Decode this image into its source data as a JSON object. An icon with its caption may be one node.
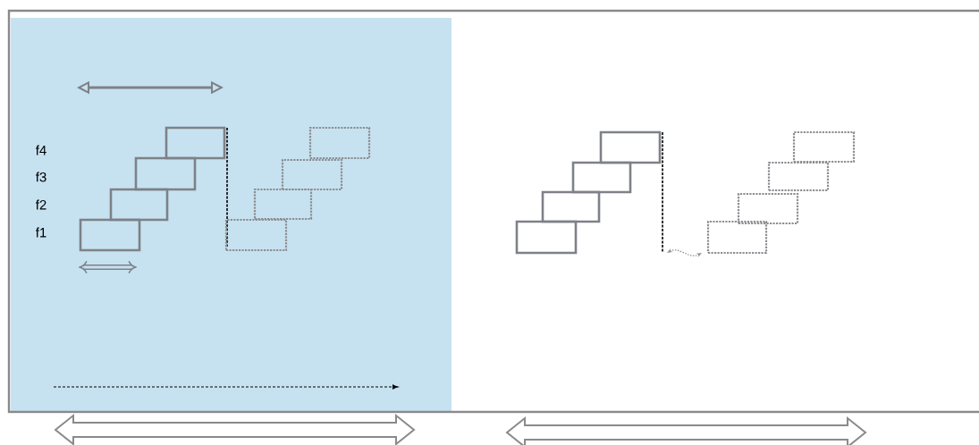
{
  "diagram": {
    "nodes": [
      {
        "text": [],
        "shape": "box"
      },
      {
        "text": [],
        "shape": "box"
      },
      {
        "text": [],
        "shape": "box"
      },
      {
        "text": [],
        "shape": "box"
      },
      {
        "text": [],
        "shape": "box"
      },
      {
        "text": [],
        "shape": "box"
      },
      {
        "text": [],
        "shape": "box"
      },
      {
        "text": [],
        "shape": "box"
      },
      {
        "text": [],
        "shape": "box"
      },
      {
        "text": [],
        "shape": "box"
      },
      {
        "text": [],
        "shape": "box"
      },
      {
        "text": [],
        "shape": "box"
      },
      {
        "text": [],
        "shape": "box"
      },
      {
        "text": [],
        "shape": "box"
      },
      {
        "text": [],
        "shape": "box"
      },
      {
        "text": [],
        "shape": "box"
      }
    ],
    "labels": [
      "f4",
      "f3",
      "f2",
      "f1"
    ]
  }
}
